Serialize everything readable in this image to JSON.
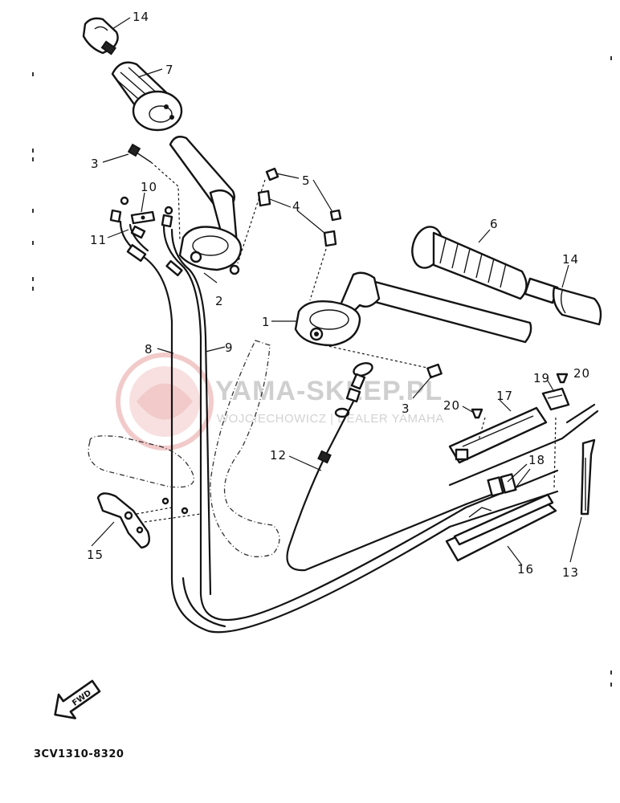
{
  "watermark": {
    "title": "YAMA-SKLEP.PL",
    "subtitle": "WOJCIECHOWICZ | DEALER YAMAHA",
    "logo_color": "#e8a0a0"
  },
  "callouts": {
    "n14": "14",
    "n7": "7",
    "n3": "3",
    "n10": "10",
    "n11": "11",
    "n2": "2",
    "n5": "5",
    "n4": "4",
    "n6": "6",
    "n1": "1",
    "n8": "8",
    "n9": "9",
    "n12": "12",
    "n15": "15",
    "n16": "16",
    "n17": "17",
    "n18": "18",
    "n19": "19",
    "n20": "20",
    "n13": "13"
  },
  "fwd_arrow": {
    "label": "FWD",
    "icon": "forward-arrow-icon"
  },
  "diagram_code": "3CV1310-8320"
}
